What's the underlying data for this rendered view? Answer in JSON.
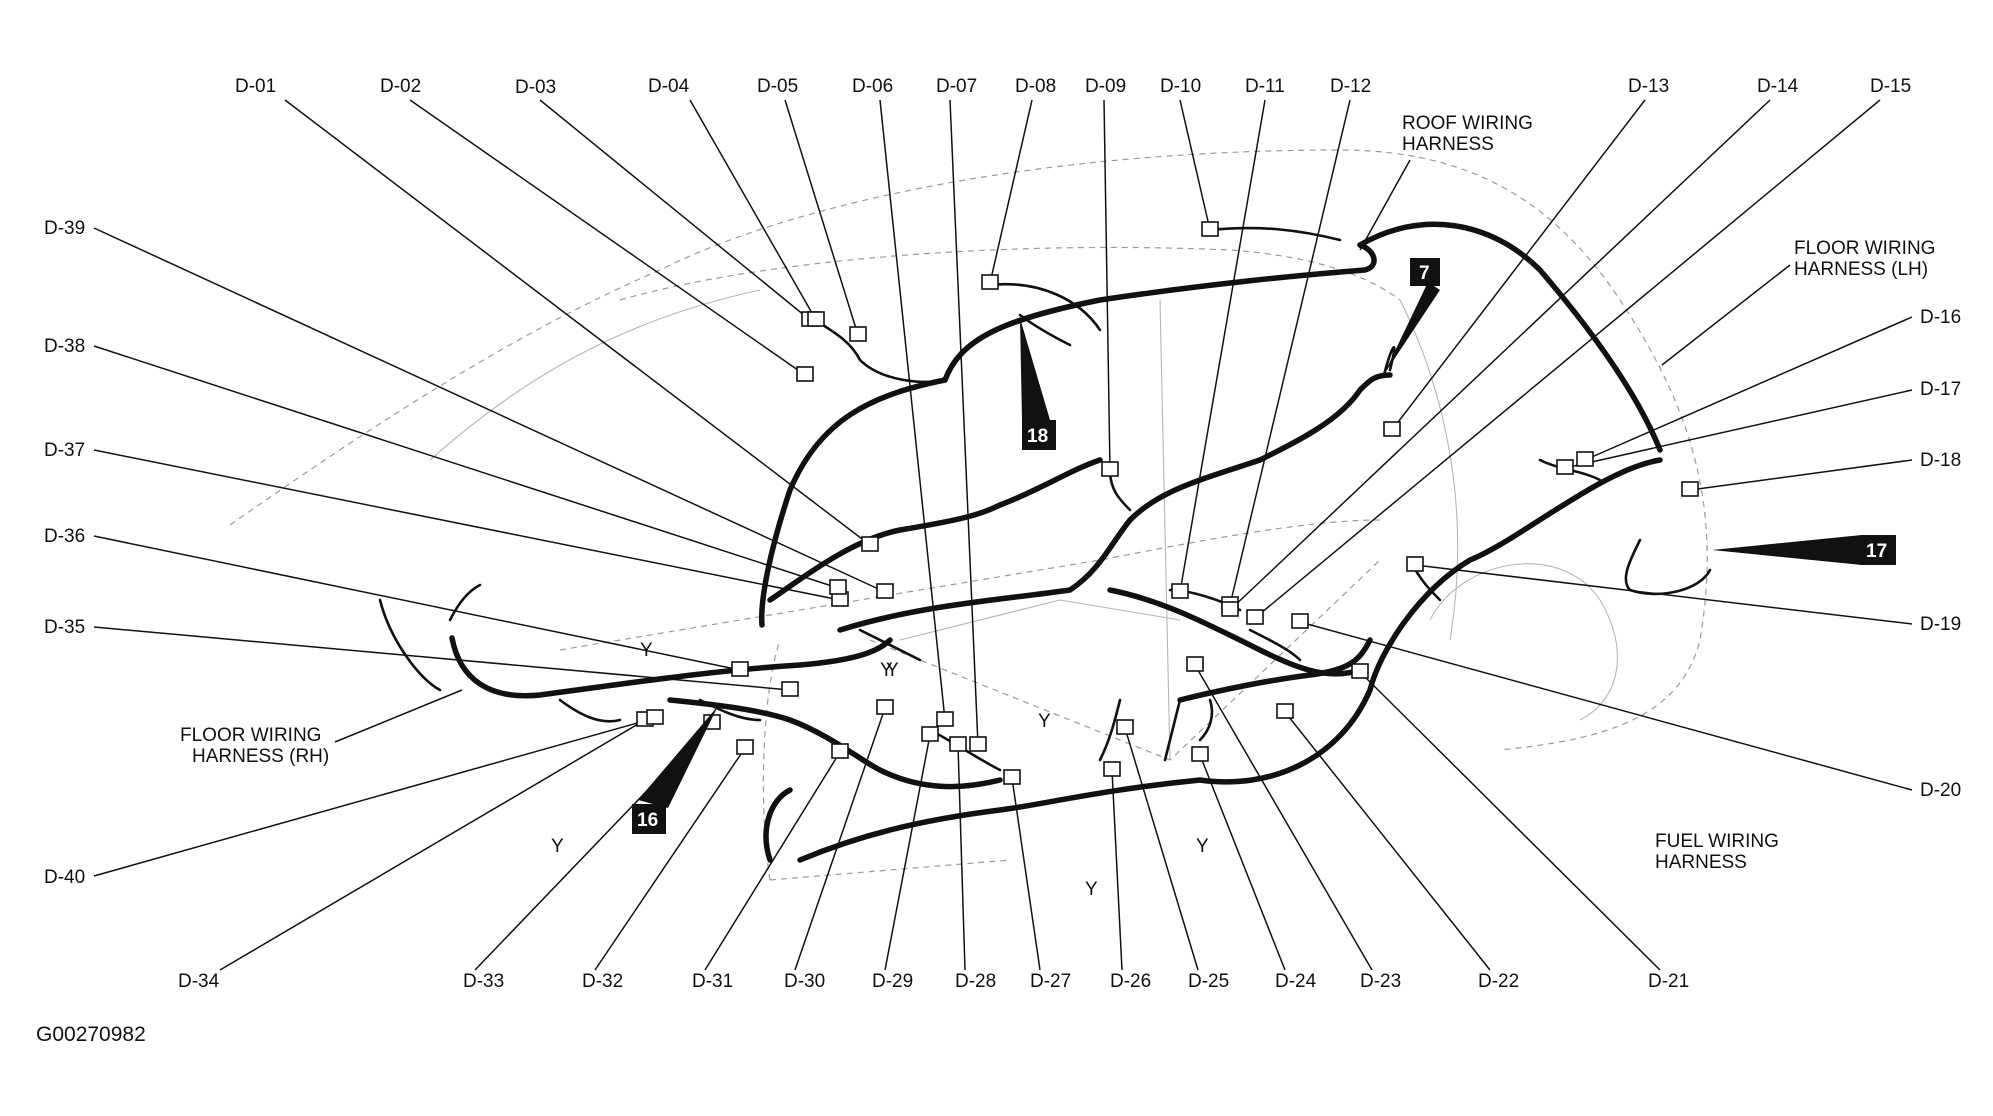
{
  "figure_id": "G00270982",
  "callouts": [
    "D-01",
    "D-02",
    "D-03",
    "D-04",
    "D-05",
    "D-06",
    "D-07",
    "D-08",
    "D-09",
    "D-10",
    "D-11",
    "D-12",
    "D-13",
    "D-14",
    "D-15",
    "D-16",
    "D-17",
    "D-18",
    "D-19",
    "D-20",
    "D-21",
    "D-22",
    "D-23",
    "D-24",
    "D-25",
    "D-26",
    "D-27",
    "D-28",
    "D-29",
    "D-30",
    "D-31",
    "D-32",
    "D-33",
    "D-34",
    "D-35",
    "D-36",
    "D-37",
    "D-38",
    "D-39",
    "D-40"
  ],
  "harnesses": {
    "roof": [
      "ROOF WIRING",
      "HARNESS"
    ],
    "floor_lh": [
      "FLOOR WIRING",
      "HARNESS (LH)"
    ],
    "floor_rh": [
      "FLOOR WIRING",
      "HARNESS (RH)"
    ],
    "fuel": [
      "FUEL WIRING",
      "HARNESS"
    ]
  },
  "badges": [
    "7",
    "16",
    "17",
    "18"
  ],
  "y_marker": "Y"
}
